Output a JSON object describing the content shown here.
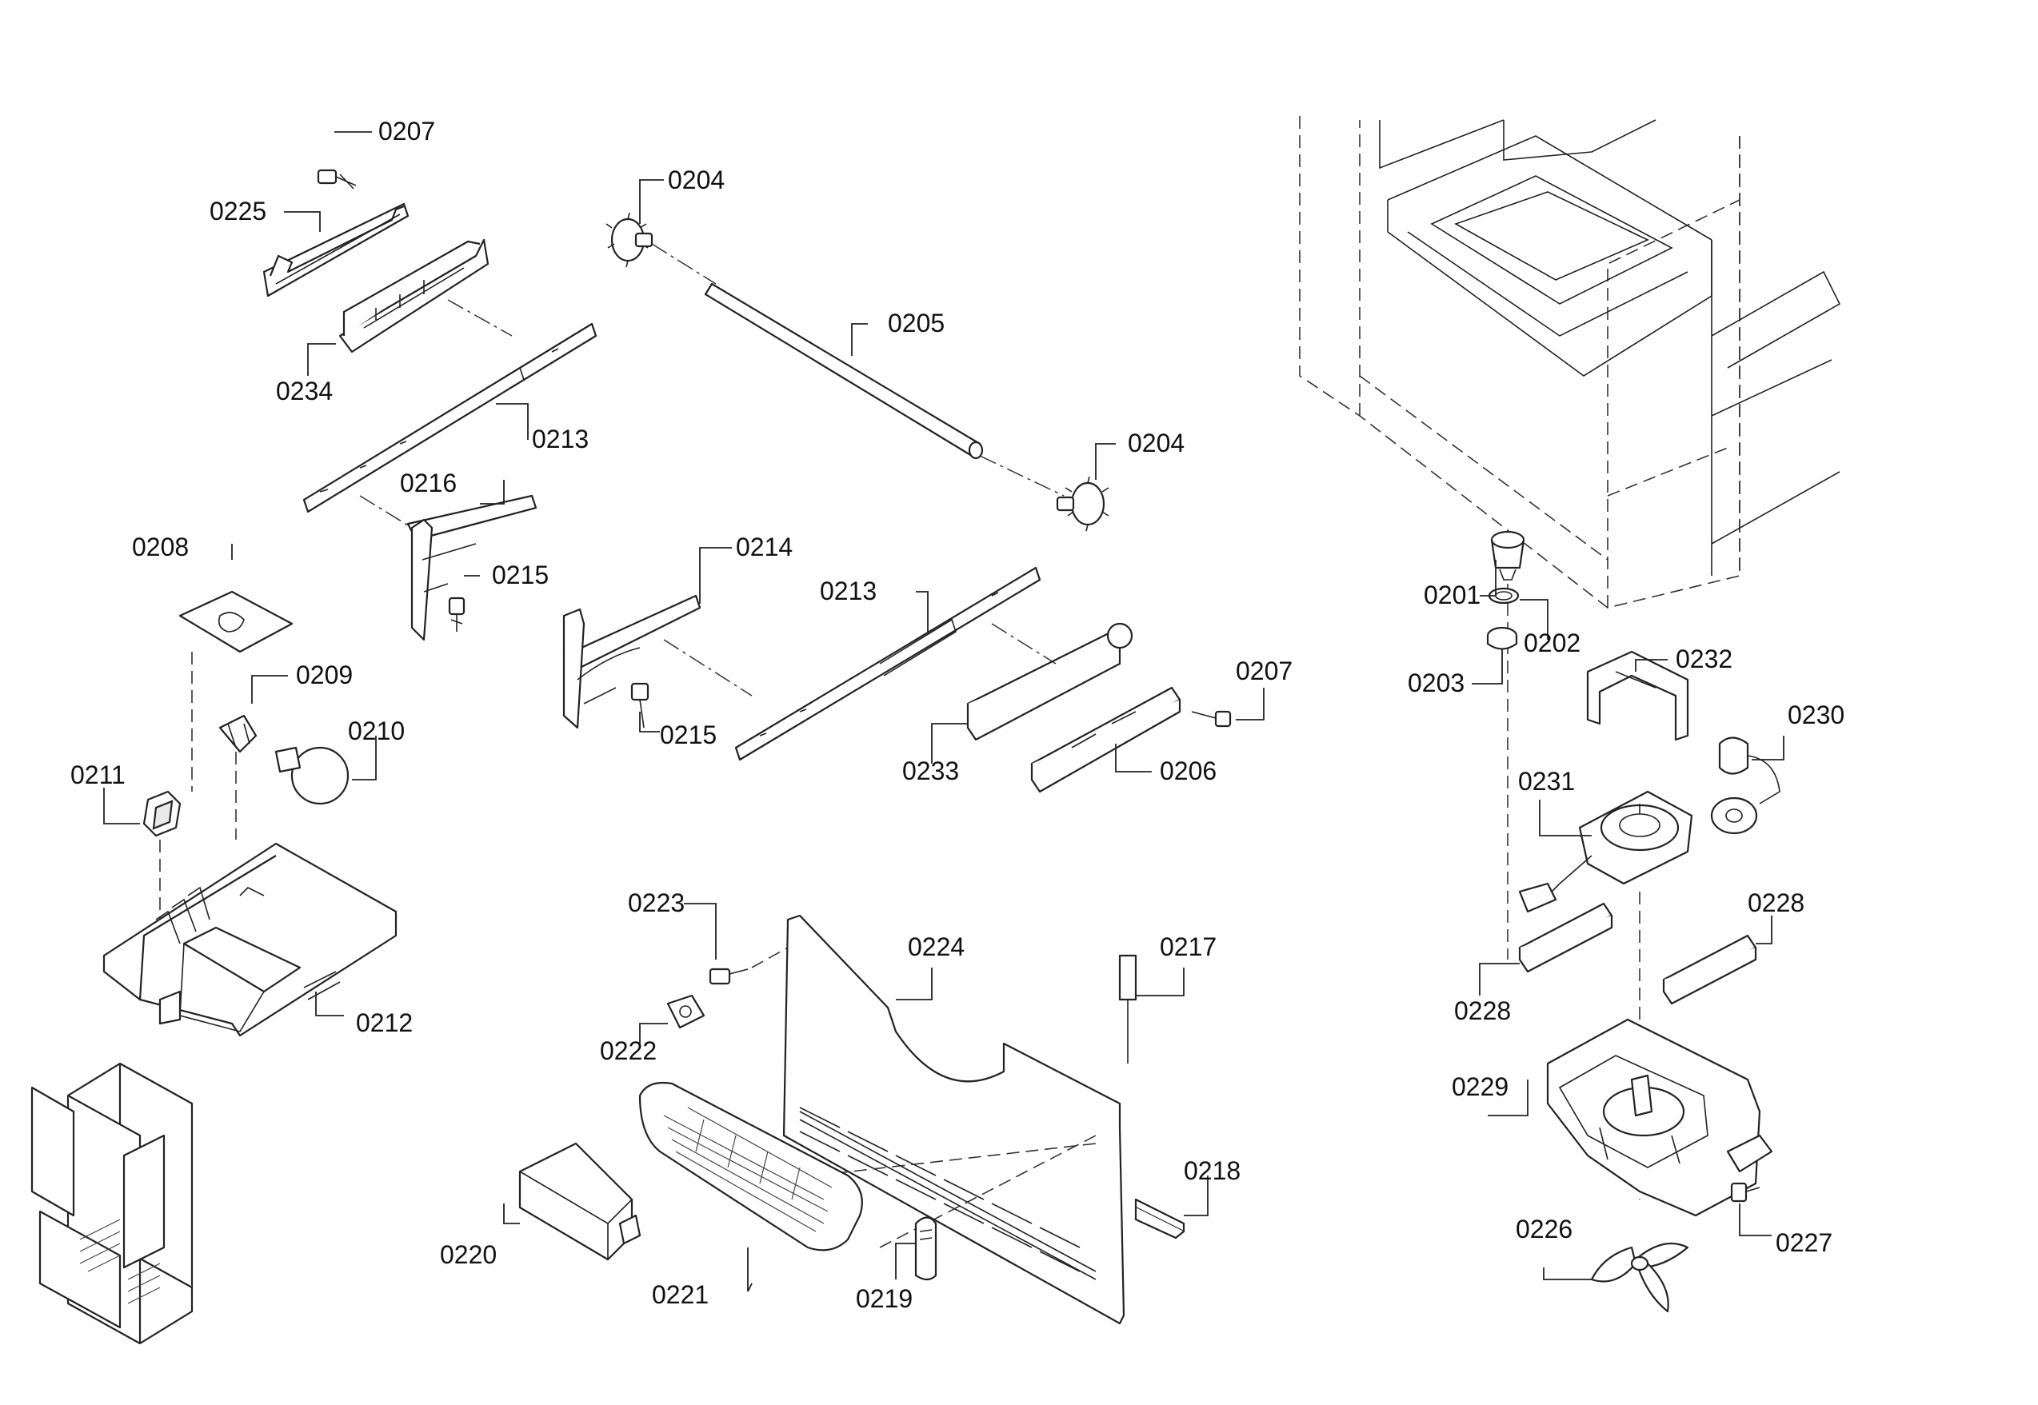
{
  "labels": {
    "l0207a": "0207",
    "l0225": "0225",
    "l0234": "0234",
    "l0213a": "0213",
    "l0216": "0216",
    "l0215a": "0215",
    "l0208": "0208",
    "l0209": "0209",
    "l0210": "0210",
    "l0211": "0211",
    "l0212": "0212",
    "l0204a": "0204",
    "l0205": "0205",
    "l0204b": "0204",
    "l0214": "0214",
    "l0213b": "0213",
    "l0215b": "0215",
    "l0233": "0233",
    "l0206": "0206",
    "l0207b": "0207",
    "l0223": "0223",
    "l0224": "0224",
    "l0222": "0222",
    "l0217": "0217",
    "l0218": "0218",
    "l0220": "0220",
    "l0221": "0221",
    "l0219": "0219",
    "l0201": "0201",
    "l0202": "0202",
    "l0203": "0203",
    "l0232": "0232",
    "l0230": "0230",
    "l0231": "0231",
    "l0228a": "0228",
    "l0228b": "0228",
    "l0229": "0229",
    "l0226": "0226",
    "l0227": "0227"
  }
}
